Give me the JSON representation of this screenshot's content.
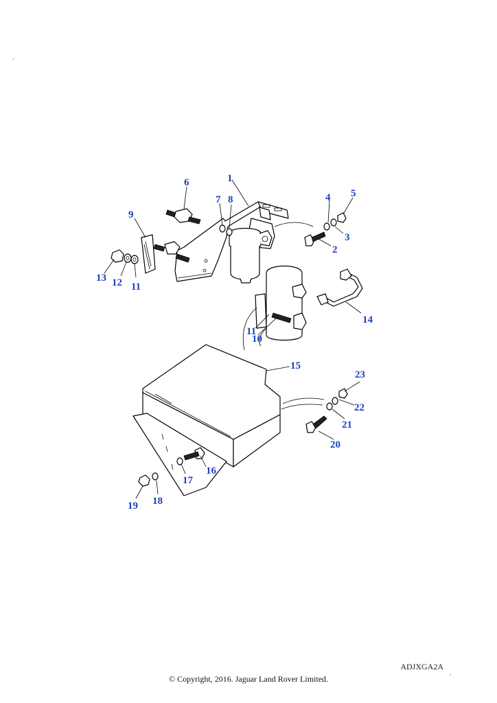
{
  "callouts": [
    {
      "id": "1",
      "label": "1"
    },
    {
      "id": "2",
      "label": "2"
    },
    {
      "id": "3",
      "label": "3"
    },
    {
      "id": "4",
      "label": "4"
    },
    {
      "id": "5",
      "label": "5"
    },
    {
      "id": "6",
      "label": "6"
    },
    {
      "id": "7",
      "label": "7"
    },
    {
      "id": "8",
      "label": "8"
    },
    {
      "id": "9",
      "label": "9"
    },
    {
      "id": "10",
      "label": "10"
    },
    {
      "id": "11a",
      "label": "11"
    },
    {
      "id": "11b",
      "label": "11"
    },
    {
      "id": "12",
      "label": "12"
    },
    {
      "id": "13",
      "label": "13"
    },
    {
      "id": "14",
      "label": "14"
    },
    {
      "id": "15",
      "label": "15"
    },
    {
      "id": "16",
      "label": "16"
    },
    {
      "id": "17",
      "label": "17"
    },
    {
      "id": "18",
      "label": "18"
    },
    {
      "id": "19",
      "label": "19"
    },
    {
      "id": "20",
      "label": "20"
    },
    {
      "id": "21",
      "label": "21"
    },
    {
      "id": "22",
      "label": "22"
    },
    {
      "id": "23",
      "label": "23"
    }
  ],
  "reference_code": "ADJXGA2A",
  "copyright": "© Copyright, 2016. Jaguar Land Rover Limited.",
  "colors": {
    "callout": "#1f3fbf",
    "line": "#000000"
  }
}
